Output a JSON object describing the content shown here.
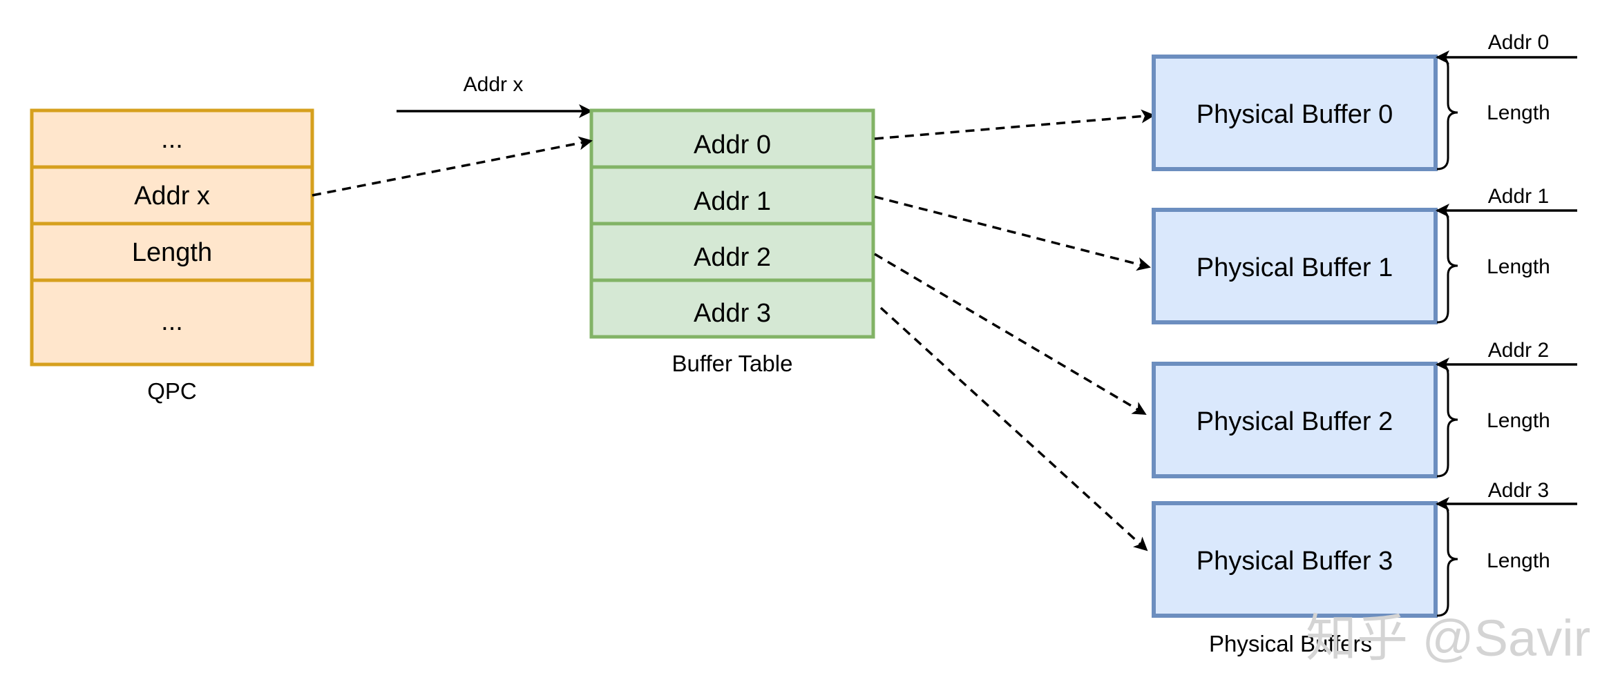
{
  "qpc": {
    "rows": [
      "...",
      "Addr x",
      "Length",
      "..."
    ],
    "caption": "QPC",
    "fill": "#ffe6cc",
    "stroke": "#d6a01e"
  },
  "incoming_arrow_label": "Addr x",
  "buffer_table": {
    "rows": [
      "Addr 0",
      "Addr 1",
      "Addr 2",
      "Addr 3"
    ],
    "caption": "Buffer Table",
    "fill": "#d5e8d4",
    "stroke": "#82b366"
  },
  "physical_buffers": {
    "items": [
      {
        "label": "Physical Buffer 0",
        "addr_label": "Addr 0",
        "length_label": "Length"
      },
      {
        "label": "Physical Buffer 1",
        "addr_label": "Addr 1",
        "length_label": "Length"
      },
      {
        "label": "Physical Buffer 2",
        "addr_label": "Addr 2",
        "length_label": "Length"
      },
      {
        "label": "Physical Buffer 3",
        "addr_label": "Addr 3",
        "length_label": "Length"
      }
    ],
    "caption": "Physical Buffers",
    "fill": "#dae8fc",
    "stroke": "#6c8ebf"
  },
  "watermark": "知乎 @Savir"
}
